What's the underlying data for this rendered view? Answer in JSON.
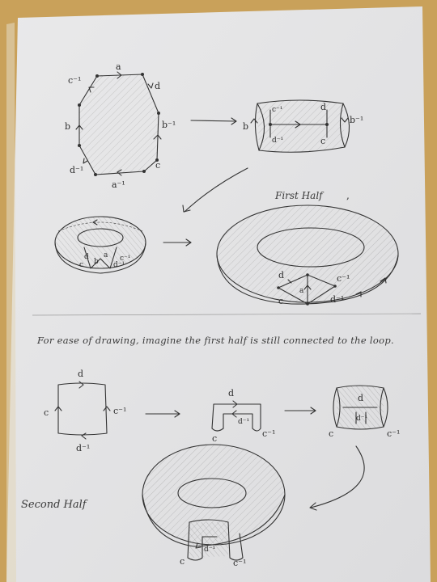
{
  "diagram": {
    "first_part": {
      "polygon_labels": [
        "a",
        "d",
        "b⁻¹",
        "c",
        "a⁻¹",
        "d⁻¹",
        "b",
        "c⁻¹"
      ],
      "cylinder_labels": [
        "c⁻¹",
        "d",
        "b⁻¹",
        "b",
        "d⁻¹",
        "c"
      ],
      "small_torus_labels": [
        "c",
        "d",
        "b",
        "a",
        "d⁻¹",
        "c⁻¹"
      ],
      "torus_title": "First Half",
      "large_torus_labels": [
        "d",
        "a",
        "c⁻¹",
        "c",
        "d⁻¹"
      ]
    },
    "note": "For ease of drawing, imagine the first half is still connected to the loop.",
    "second_part": {
      "square_labels": [
        "d",
        "c",
        "c⁻¹",
        "d⁻¹"
      ],
      "bracket_labels": [
        "d",
        "d⁻¹",
        "c",
        "c⁻¹"
      ],
      "cylinder_labels": [
        "d",
        "d⁻¹",
        "c",
        "c⁻¹"
      ],
      "torus_title": "Second Half",
      "torus_labels": [
        "d⁻¹",
        "c",
        "c⁻¹"
      ]
    }
  }
}
